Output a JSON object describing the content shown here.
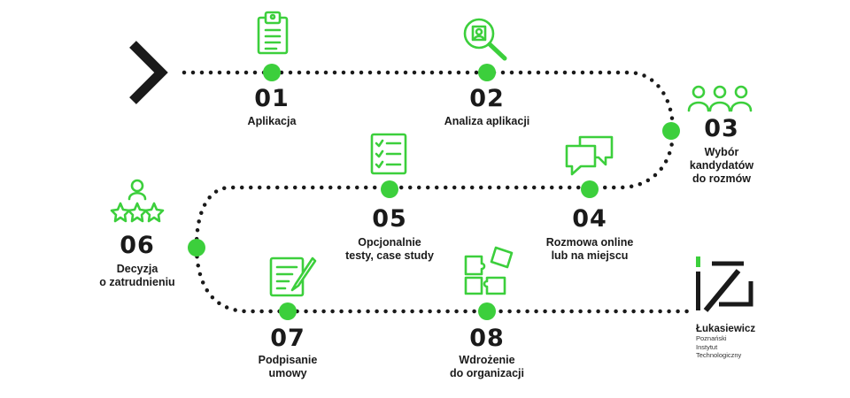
{
  "colors": {
    "accent": "#3ccf3c",
    "dark": "#1a1a1a"
  },
  "steps": [
    {
      "number": "01",
      "label": [
        "Aplikacja"
      ],
      "icon": "application-form-icon"
    },
    {
      "number": "02",
      "label": [
        "Analiza aplikacji"
      ],
      "icon": "magnifier-profile-icon"
    },
    {
      "number": "03",
      "label": [
        "Wybór",
        "kandydatów",
        "do rozmów"
      ],
      "icon": "people-group-icon"
    },
    {
      "number": "04",
      "label": [
        "Rozmowa online",
        "lub na miejscu"
      ],
      "icon": "chat-bubbles-icon"
    },
    {
      "number": "05",
      "label": [
        "Opcjonalnie",
        "testy, case study"
      ],
      "icon": "checklist-icon"
    },
    {
      "number": "06",
      "label": [
        "Decyzja",
        "o zatrudnieniu"
      ],
      "icon": "person-stars-icon"
    },
    {
      "number": "07",
      "label": [
        "Podpisanie",
        "umowy"
      ],
      "icon": "contract-pen-icon"
    },
    {
      "number": "08",
      "label": [
        "Wdrożenie",
        "do organizacji"
      ],
      "icon": "puzzle-icon"
    }
  ],
  "brand": {
    "name": "Łukasiewicz",
    "subtitle": [
      "Poznański",
      "Instytut",
      "Technologiczny"
    ]
  }
}
